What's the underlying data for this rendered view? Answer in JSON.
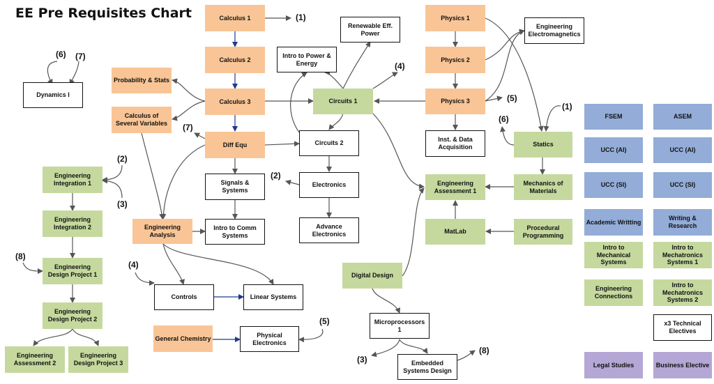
{
  "title": "EE Pre Requisites Chart",
  "nodes": {
    "calculus_1": "Calculus 1",
    "calculus_2": "Calculus 2",
    "calculus_3": "Calculus 3",
    "probability_stats": "Probability & Stats",
    "calculus_several": "Calculus of Several Variables",
    "diff_equ": "Diff Equ",
    "signals_systems": "Signals & Systems",
    "intro_comm": "Intro to Comm Systems",
    "engineering_analysis": "Engineering Analysis",
    "controls": "Controls",
    "linear_systems": "Linear Systems",
    "general_chemistry": "General Chemistry",
    "physical_electronics": "Physical Electronics",
    "renewable": "Renewable Eff. Power",
    "intro_power": "Intro to Power & Energy",
    "circuits_1": "Circuits 1",
    "circuits_2": "Circuits 2",
    "electronics": "Electronics",
    "advance_electronics": "Advance Electronics",
    "digital_design": "Digital Design",
    "microprocessors": "Microprocessors 1",
    "embedded": "Embedded Systems Design",
    "physics_1": "Physics 1",
    "physics_2": "Physics 2",
    "physics_3": "Physics 3",
    "em": "Engineering Electromagnetics",
    "inst_data": "Inst. & Data Acquisition",
    "statics": "Statics",
    "mechanics": "Mechanics of Materials",
    "eng_assessment_1": "Engineering Assessment 1",
    "matlab": "MatLab",
    "procedural": "Procedural Programming",
    "dynamics": "Dynamics I",
    "eng_integration_1": "Engineering Integration 1",
    "eng_integration_2": "Engineering Integration 2",
    "eng_design_1": "Engineering Design Project 1",
    "eng_design_2": "Engineering Design Project 2",
    "eng_assessment_2": "Engineering Assessment 2",
    "eng_design_3": "Engineering Design Project 3",
    "fsem": "FSEM",
    "asem": "ASEM",
    "ucc_ai_1": "UCC (AI)",
    "ucc_ai_2": "UCC (AI)",
    "ucc_si_1": "UCC (SI)",
    "ucc_si_2": "UCC (SI)",
    "academic_writing": "Academic Writting",
    "writing_research": "Writing & Research",
    "intro_mechanical": "Intro to Mechanical Systems",
    "intro_mechatronics_1": "Intro to Mechatronics Systems 1",
    "eng_connections": "Engineering Connections",
    "intro_mechatronics_2": "Intro to Mechatronics Systems 2",
    "tech_electives": "x3 Technical Electives",
    "legal_studies": "Legal Studies",
    "business_elective": "Business Elective"
  },
  "markers": {
    "m_calc1": "(1)",
    "m_statics": "(1)",
    "m_dyn6": "(6)",
    "m_dyn7": "(7)",
    "m_diffeq7": "(7)",
    "m_statics6": "(6)",
    "m_circ4": "(4)",
    "m_phys5": "(5)",
    "m_integ2": "(2)",
    "m_integ3": "(3)",
    "m_elec2": "(2)",
    "m_design8": "(8)",
    "m_controls4": "(4)",
    "m_physelec5": "(5)",
    "m_micro3": "(3)",
    "m_embed8": "(8)"
  },
  "colors": {
    "math_science": "#f9c596",
    "engineering_core": "#c5d99e",
    "general_education": "#93acd8",
    "electives": "#b4a7d6",
    "ee_course": "#ffffff",
    "calculus_arrow": "#1f3a8a",
    "arrow": "#555555"
  }
}
